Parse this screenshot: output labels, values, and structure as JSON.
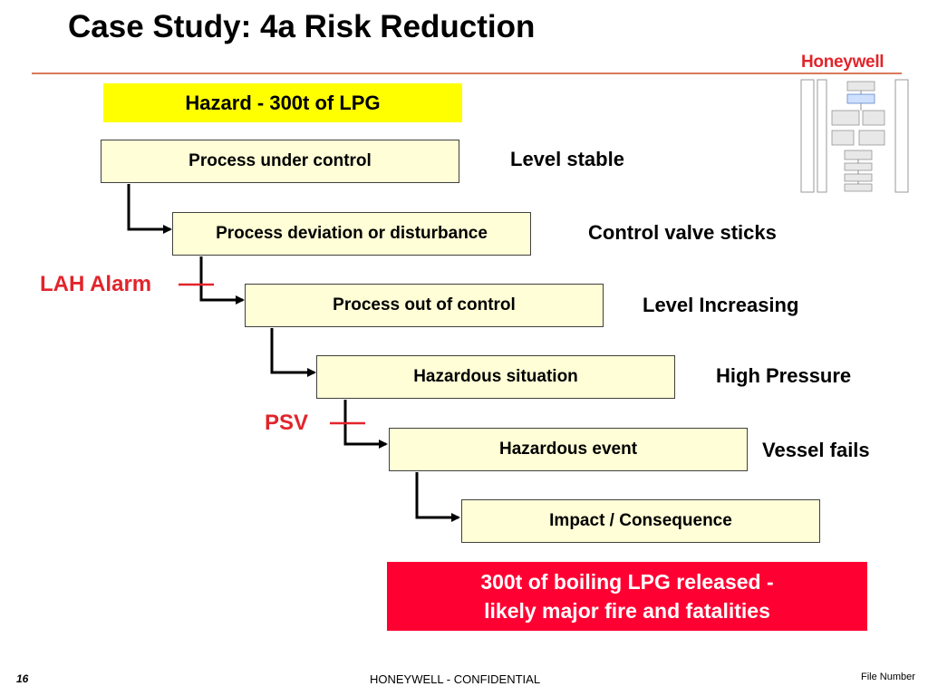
{
  "slide": {
    "title": "Case Study: 4a Risk Reduction",
    "logo_text": "Honeywell",
    "hazard": "Hazard - 300t of LPG",
    "steps": [
      {
        "label": "Process under control",
        "note": "Level stable"
      },
      {
        "label": "Process deviation or disturbance",
        "note": "Control valve sticks"
      },
      {
        "label": "Process out of control",
        "note": "Level Increasing"
      },
      {
        "label": "Hazardous situation",
        "note": "High Pressure"
      },
      {
        "label": "Hazardous event",
        "note": "Vessel fails"
      },
      {
        "label": "Impact / Consequence",
        "note": ""
      }
    ],
    "barriers": [
      {
        "label": "LAH Alarm"
      },
      {
        "label": "PSV"
      }
    ],
    "consequence": {
      "line1": "300t of boiling LPG released -",
      "line2": "likely major fire and fatalities"
    }
  },
  "footer": {
    "page_number": "16",
    "confidential": "HONEYWELL - CONFIDENTIAL",
    "file_number": "File Number"
  },
  "colors": {
    "accent_red": "#e2242b",
    "hazard_yellow": "#ffff00",
    "step_fill": "#fffed6",
    "consequence_red": "#ff0033",
    "rule": "#d97a5a"
  }
}
